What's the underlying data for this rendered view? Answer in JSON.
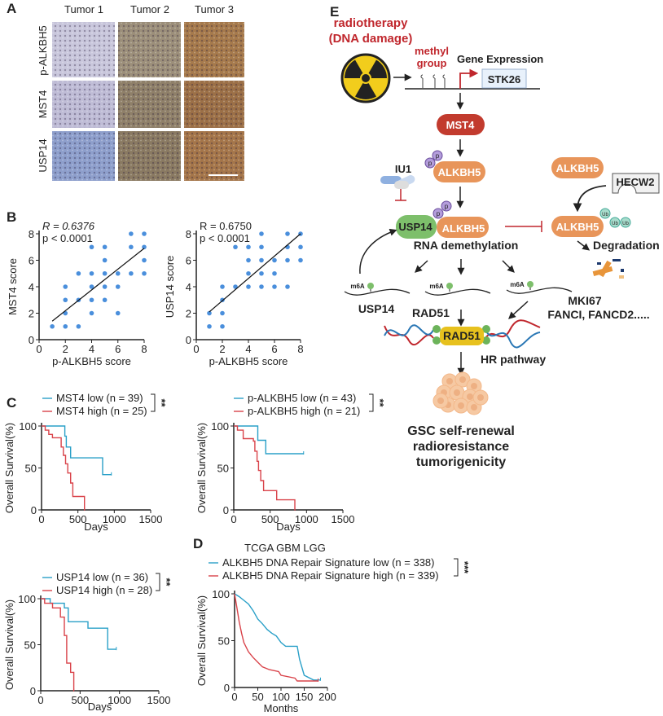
{
  "panels": {
    "a": "A",
    "b": "B",
    "c": "C",
    "d": "D",
    "e": "E"
  },
  "panel_a": {
    "columns": [
      "Tumor 1",
      "Tumor 2",
      "Tumor 3"
    ],
    "rows": [
      "p-ALKBH5",
      "MST4",
      "USP14"
    ],
    "stain_colors": [
      [
        "#c9c7dc",
        "#9c8f7a",
        "#a67a4c"
      ],
      [
        "#bfbcd6",
        "#8f8069",
        "#9c7047"
      ],
      [
        "#8e9fcc",
        "#8a7a62",
        "#a5764a"
      ]
    ]
  },
  "panel_e": {
    "radiotherapy": "radiotherapy",
    "dna_damage": "(DNA damage)",
    "methyl": "methyl",
    "group": "group",
    "gene_expression": "Gene Expression",
    "stk26": "STK26",
    "mst4": "MST4",
    "alkbh5": "ALKBH5",
    "p": "p",
    "iu1": "IU1",
    "usp14": "USP14",
    "hecw2": "HECW2",
    "ub": "Ub",
    "rna_demethylation": "RNA demethylation",
    "degradation": "Degradation",
    "m6a": "m6A",
    "usp14_target": "USP14",
    "rad51_target": "RAD51",
    "mki67": "MKI67",
    "fanci": "FANCI, FANCD2.....",
    "rad51": "RAD51",
    "hr_pathway": "HR pathway",
    "outcome_1": "GSC self-renewal",
    "outcome_2": "radioresistance",
    "outcome_3": "tumorigenicity",
    "colors": {
      "red_text": "#c0272d",
      "mst4": "#c23b2e",
      "alkbh5": "#e8955a",
      "usp14": "#7dbf6b",
      "rad51": "#e7c11e",
      "phospho": "#b39ddb",
      "ub": "#a8dccc"
    }
  },
  "chart_data": [
    {
      "type": "scatter",
      "panel": "B",
      "xlabel": "p-ALKBH5 score",
      "ylabel": "MST4 score",
      "xlim": [
        0,
        8
      ],
      "ylim": [
        0,
        8
      ],
      "xticks": [
        0,
        2,
        4,
        6,
        8
      ],
      "yticks": [
        0,
        2,
        4,
        6,
        8
      ],
      "r_label": "R = 0.6376",
      "p_label": "p < 0.0001",
      "color": "#4a8fdc",
      "points": [
        [
          1,
          1
        ],
        [
          2,
          1
        ],
        [
          3,
          1
        ],
        [
          2,
          2
        ],
        [
          2,
          3
        ],
        [
          2,
          4
        ],
        [
          3,
          3
        ],
        [
          3,
          5
        ],
        [
          4,
          2
        ],
        [
          4,
          3
        ],
        [
          4,
          4
        ],
        [
          4,
          5
        ],
        [
          4,
          7
        ],
        [
          5,
          3
        ],
        [
          5,
          4
        ],
        [
          5,
          5
        ],
        [
          5,
          6
        ],
        [
          5,
          7
        ],
        [
          6,
          2
        ],
        [
          6,
          4
        ],
        [
          6,
          5
        ],
        [
          7,
          5
        ],
        [
          7,
          7
        ],
        [
          7,
          8
        ],
        [
          8,
          5
        ],
        [
          8,
          6
        ],
        [
          8,
          7
        ],
        [
          8,
          8
        ]
      ],
      "fit_line": [
        [
          1,
          1.4
        ],
        [
          8,
          6.9
        ]
      ]
    },
    {
      "type": "scatter",
      "panel": "B",
      "xlabel": "p-ALKBH5 score",
      "ylabel": "USP14 score",
      "xlim": [
        0,
        8
      ],
      "ylim": [
        0,
        8
      ],
      "xticks": [
        0,
        2,
        4,
        6,
        8
      ],
      "yticks": [
        0,
        2,
        4,
        6,
        8
      ],
      "r_label": "R = 0.6750",
      "p_label": "p < 0.0001",
      "color": "#4a8fdc",
      "points": [
        [
          1,
          1
        ],
        [
          1,
          2
        ],
        [
          2,
          1
        ],
        [
          2,
          2
        ],
        [
          2,
          3
        ],
        [
          2,
          4
        ],
        [
          3,
          4
        ],
        [
          3,
          7
        ],
        [
          4,
          4
        ],
        [
          4,
          5
        ],
        [
          4,
          6
        ],
        [
          4,
          7
        ],
        [
          5,
          4
        ],
        [
          5,
          5
        ],
        [
          5,
          6
        ],
        [
          5,
          7
        ],
        [
          5,
          8
        ],
        [
          6,
          4
        ],
        [
          6,
          5
        ],
        [
          6,
          6
        ],
        [
          7,
          4
        ],
        [
          7,
          6
        ],
        [
          7,
          7
        ],
        [
          7,
          8
        ],
        [
          8,
          6
        ],
        [
          8,
          7
        ],
        [
          8,
          8
        ]
      ],
      "fit_line": [
        [
          1,
          2.1
        ],
        [
          8,
          8
        ]
      ]
    },
    {
      "type": "line",
      "panel": "C",
      "xlabel": "Days",
      "ylabel": "Overall Survival(%)",
      "xlim": [
        0,
        1500
      ],
      "ylim": [
        0,
        100
      ],
      "xticks": [
        0,
        500,
        1000,
        1500
      ],
      "yticks": [
        0,
        50,
        100
      ],
      "significance": "**",
      "series": [
        {
          "name": "MST4 low (n = 39)",
          "color": "#2aa0c8",
          "points": [
            [
              0,
              100
            ],
            [
              320,
              100
            ],
            [
              320,
              88
            ],
            [
              340,
              88
            ],
            [
              340,
              75
            ],
            [
              400,
              75
            ],
            [
              400,
              62
            ],
            [
              840,
              62
            ],
            [
              840,
              42
            ],
            [
              960,
              42
            ]
          ]
        },
        {
          "name": "MST4 high (n = 25)",
          "color": "#d9434a",
          "points": [
            [
              0,
              100
            ],
            [
              50,
              100
            ],
            [
              50,
              95
            ],
            [
              100,
              95
            ],
            [
              100,
              90
            ],
            [
              150,
              90
            ],
            [
              150,
              86
            ],
            [
              270,
              86
            ],
            [
              270,
              75
            ],
            [
              300,
              75
            ],
            [
              300,
              65
            ],
            [
              330,
              65
            ],
            [
              330,
              55
            ],
            [
              360,
              55
            ],
            [
              360,
              44
            ],
            [
              400,
              44
            ],
            [
              400,
              32
            ],
            [
              430,
              32
            ],
            [
              430,
              16
            ],
            [
              590,
              16
            ],
            [
              590,
              0
            ]
          ]
        }
      ]
    },
    {
      "type": "line",
      "panel": "C",
      "xlabel": "Days",
      "ylabel": "Overall Survival(%)",
      "xlim": [
        0,
        1500
      ],
      "ylim": [
        0,
        100
      ],
      "xticks": [
        0,
        500,
        1000,
        1500
      ],
      "yticks": [
        0,
        50,
        100
      ],
      "significance": "**",
      "series": [
        {
          "name": "p-ALKBH5 low (n = 43)",
          "color": "#2aa0c8",
          "points": [
            [
              0,
              100
            ],
            [
              330,
              100
            ],
            [
              330,
              83
            ],
            [
              440,
              83
            ],
            [
              440,
              67
            ],
            [
              960,
              67
            ]
          ]
        },
        {
          "name": "p-ALKBH5 high (n = 21)",
          "color": "#d9434a",
          "points": [
            [
              0,
              100
            ],
            [
              50,
              100
            ],
            [
              50,
              95
            ],
            [
              130,
              95
            ],
            [
              130,
              85
            ],
            [
              270,
              85
            ],
            [
              270,
              82
            ],
            [
              290,
              82
            ],
            [
              290,
              70
            ],
            [
              320,
              70
            ],
            [
              320,
              58
            ],
            [
              340,
              58
            ],
            [
              340,
              47
            ],
            [
              370,
              47
            ],
            [
              370,
              35
            ],
            [
              410,
              35
            ],
            [
              410,
              23
            ],
            [
              590,
              23
            ],
            [
              590,
              12
            ],
            [
              840,
              12
            ],
            [
              840,
              0
            ]
          ]
        }
      ]
    },
    {
      "type": "line",
      "panel": "C",
      "xlabel": "Days",
      "ylabel": "Overall Survival(%)",
      "xlim": [
        0,
        1500
      ],
      "ylim": [
        0,
        100
      ],
      "xticks": [
        0,
        500,
        1000,
        1500
      ],
      "yticks": [
        0,
        50,
        100
      ],
      "significance": "**",
      "series": [
        {
          "name": "USP14 low (n = 36)",
          "color": "#2aa0c8",
          "points": [
            [
              0,
              100
            ],
            [
              120,
              100
            ],
            [
              120,
              95
            ],
            [
              300,
              95
            ],
            [
              300,
              90
            ],
            [
              350,
              90
            ],
            [
              350,
              75
            ],
            [
              600,
              75
            ],
            [
              600,
              68
            ],
            [
              850,
              68
            ],
            [
              850,
              45
            ],
            [
              960,
              45
            ]
          ]
        },
        {
          "name": "USP14 high (n = 28)",
          "color": "#d9434a",
          "points": [
            [
              0,
              100
            ],
            [
              50,
              100
            ],
            [
              50,
              95
            ],
            [
              150,
              95
            ],
            [
              150,
              90
            ],
            [
              250,
              90
            ],
            [
              250,
              80
            ],
            [
              300,
              80
            ],
            [
              300,
              60
            ],
            [
              330,
              60
            ],
            [
              330,
              30
            ],
            [
              380,
              30
            ],
            [
              380,
              20
            ],
            [
              420,
              20
            ],
            [
              420,
              0
            ]
          ]
        }
      ]
    },
    {
      "type": "line",
      "panel": "D",
      "title": "TCGA GBM LGG",
      "xlabel": "Months",
      "ylabel": "Overall Survival(%)",
      "xlim": [
        0,
        200
      ],
      "ylim": [
        0,
        100
      ],
      "xticks": [
        0,
        50,
        100,
        150,
        200
      ],
      "yticks": [
        0,
        50,
        100
      ],
      "significance": "***",
      "series": [
        {
          "name": "ALKBH5 DNA Repair Signature low (n = 338)",
          "color": "#2aa0c8",
          "points": [
            [
              0,
              100
            ],
            [
              10,
              97
            ],
            [
              20,
              93
            ],
            [
              30,
              89
            ],
            [
              40,
              82
            ],
            [
              50,
              73
            ],
            [
              60,
              68
            ],
            [
              70,
              62
            ],
            [
              80,
              58
            ],
            [
              90,
              55
            ],
            [
              100,
              48
            ],
            [
              110,
              44
            ],
            [
              135,
              44
            ],
            [
              140,
              30
            ],
            [
              150,
              13
            ],
            [
              170,
              8
            ],
            [
              185,
              8
            ]
          ]
        },
        {
          "name": "ALKBH5 DNA Repair Signature high (n = 339)",
          "color": "#d9434a",
          "points": [
            [
              0,
              100
            ],
            [
              5,
              85
            ],
            [
              10,
              70
            ],
            [
              15,
              58
            ],
            [
              20,
              48
            ],
            [
              30,
              38
            ],
            [
              40,
              32
            ],
            [
              50,
              27
            ],
            [
              60,
              22
            ],
            [
              75,
              19
            ],
            [
              95,
              17
            ],
            [
              100,
              13
            ],
            [
              130,
              10
            ],
            [
              135,
              7
            ],
            [
              180,
              7
            ]
          ]
        }
      ]
    }
  ]
}
